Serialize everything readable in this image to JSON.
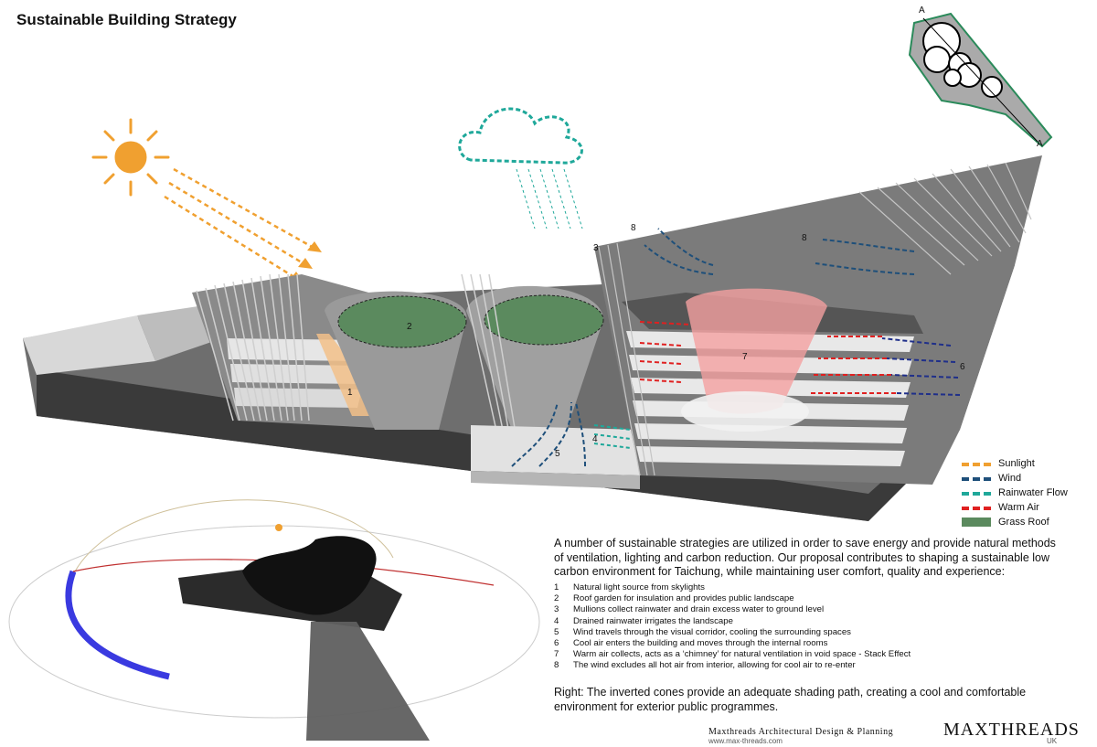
{
  "title": "Sustainable Building Strategy",
  "section_marker": "A",
  "diagram_numbers": [
    "1",
    "2",
    "3",
    "4",
    "5",
    "6",
    "7",
    "8",
    "8"
  ],
  "legend": [
    {
      "label": "Sunlight",
      "color": "#f0a030",
      "style": "dash"
    },
    {
      "label": "Wind",
      "color": "#1e4f7a",
      "style": "dash"
    },
    {
      "label": "Rainwater Flow",
      "color": "#1fa89a",
      "style": "dash"
    },
    {
      "label": "Warm Air",
      "color": "#e02020",
      "style": "dash"
    },
    {
      "label": "Grass Roof",
      "color": "#5b8a5e",
      "style": "solid"
    }
  ],
  "intro": "A number of sustainable strategies are utilized in order to save energy and provide natural methods of ventilation, lighting and carbon reduction. Our proposal contributes to shaping a sustainable low carbon environment for Taichung, while maintaining user comfort, quality and experience:",
  "strategies": [
    {
      "num": "1",
      "text": "Natural light source from skylights"
    },
    {
      "num": "2",
      "text": "Roof garden for insulation and provides public landscape"
    },
    {
      "num": "3",
      "text": "Mullions collect rainwater and drain excess water to ground level"
    },
    {
      "num": "4",
      "text": "Drained rainwater irrigates the landscape"
    },
    {
      "num": "5",
      "text": "Wind travels through the visual corridor, cooling the surrounding spaces"
    },
    {
      "num": "6",
      "text": "Cool air enters the building and moves through the internal rooms"
    },
    {
      "num": "7",
      "text": "Warm air collects, acts as a ‘chimney’ for natural ventilation in void space - Stack Effect"
    },
    {
      "num": "8",
      "text": "The wind excludes all hot air from interior, allowing for cool air to re-enter"
    }
  ],
  "right_note": "Right: The inverted cones provide an adequate shading path, creating a cool and comfortable environment for exterior public programmes.",
  "footer": {
    "firm": "Maxthreads Architectural Design & Planning",
    "url": "www.max-threads.com",
    "brand": "MAXTHREADS",
    "country": "UK"
  }
}
